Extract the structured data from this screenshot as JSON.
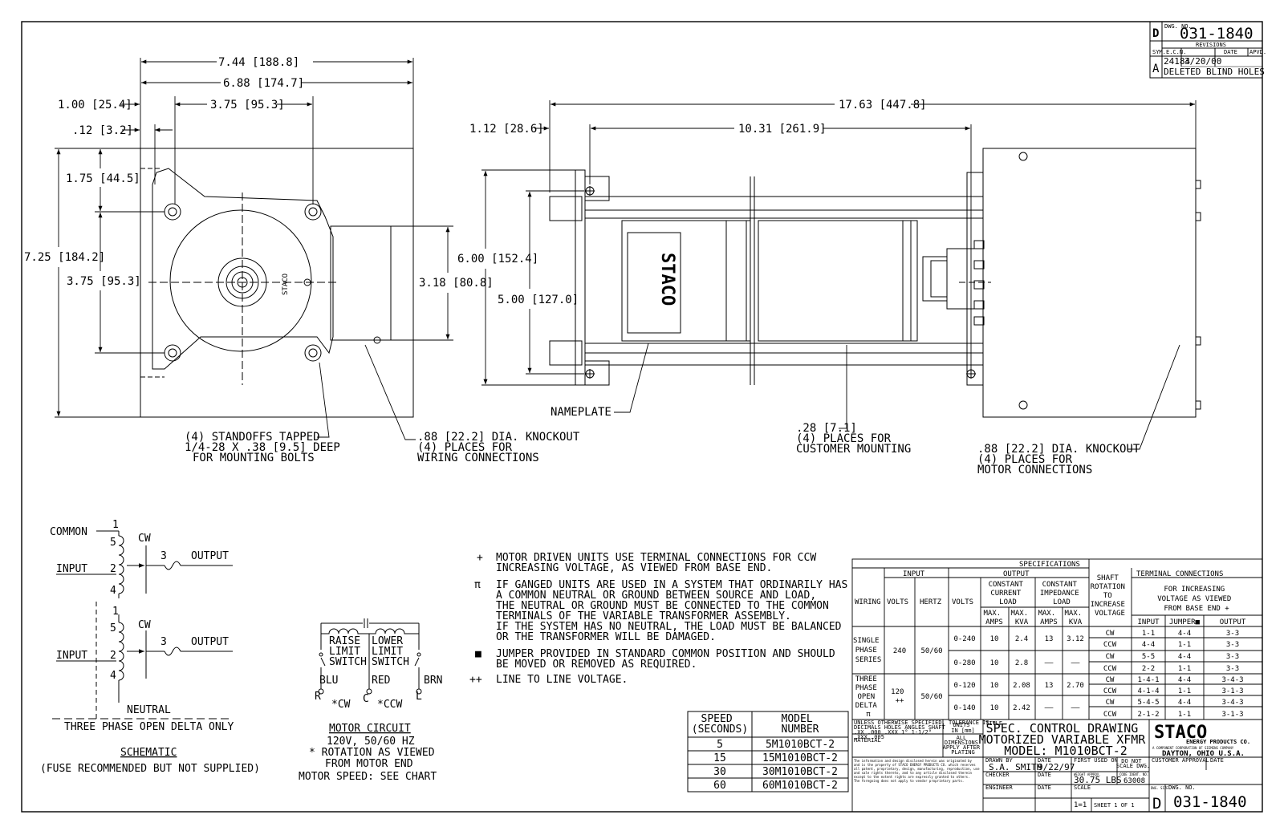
{
  "revision_block": {
    "size": "D",
    "dwg_no_label": "DWG. NO.",
    "dwg_no": "031-1840",
    "revisions_label": "REVISIONS",
    "col_sym": "SYM.",
    "col_ecn": "E.C.N.",
    "col_date": "DATE",
    "col_apvd": "APVD.",
    "rev_sym": "A",
    "rev_ecn": "24184",
    "rev_date": "3/20/00",
    "rev_desc": "DELETED BLIND HOLES"
  },
  "front_view": {
    "dim_overall_width": "7.44 [188.8]",
    "dim_base_width": "6.88 [174.7]",
    "dim_left_offset": "1.00 [25.4]",
    "dim_bolt_spacing": "3.75 [95.3]",
    "dim_small_offset": ".12 [3.2]",
    "dim_top_offset": "1.75 [44.5]",
    "dim_overall_height": "7.25 [184.2]",
    "dim_bolt_vertical": "3.75 [95.3]",
    "dim_knockout_height": "3.18 [80.8]",
    "brand_mark": "STACO",
    "callout_standoffs": [
      "(4) STANDOFFS TAPPED",
      "1/4-28 X .38 [9.5] DEEP",
      "FOR MOUNTING BOLTS"
    ],
    "callout_knockout": [
      ".88 [22.2] DIA. KNOCKOUT",
      "(4) PLACES FOR",
      "WIRING CONNECTIONS"
    ]
  },
  "side_view": {
    "dim_overall_length": "17.63 [447.8]",
    "dim_left_offset": "1.12 [28.6]",
    "dim_mount_spacing": "10.31 [261.9]",
    "dim_height": "6.00 [152.4]",
    "dim_inner_height": "5.00 [127.0]",
    "nameplate_label": "NAMEPLATE",
    "callout_mounting": [
      ".28 [7.1]",
      "(4) PLACES FOR",
      "CUSTOMER MOUNTING"
    ],
    "callout_knockout": [
      ".88 [22.2] DIA. KNOCKOUT",
      "(4) PLACES FOR",
      "MOTOR CONNECTIONS"
    ]
  },
  "schematic": {
    "common": "COMMON",
    "input": "INPUT",
    "output": "OUTPUT",
    "cw": "CW",
    "neutral": "NEUTRAL",
    "three_phase_note": "THREE PHASE OPEN DELTA ONLY",
    "title": "SCHEMATIC",
    "fuse_note": "(FUSE RECOMMENDED BUT NOT SUPPLIED)",
    "terminal_1": "1",
    "terminal_2": "2",
    "terminal_3": "3",
    "terminal_4": "4",
    "terminal_5": "5"
  },
  "motor_circuit": {
    "raise_limit": [
      "RAISE",
      "LIMIT",
      "SWITCH"
    ],
    "lower_limit": [
      "LOWER",
      "LIMIT",
      "SWITCH"
    ],
    "blu": "BLU",
    "red": "RED",
    "brn": "BRN",
    "r": "R",
    "c": "C",
    "l": "L",
    "cw": "*CW",
    "ccw": "*CCW",
    "title": "MOTOR CIRCUIT",
    "line1": "120V, 50/60 HZ",
    "line2": "* ROTATION AS VIEWED",
    "line3": "FROM MOTOR END",
    "line4": "MOTOR SPEED: SEE CHART"
  },
  "notes": [
    {
      "sym": "+",
      "lines": [
        "MOTOR DRIVEN UNITS USE TERMINAL CONNECTIONS FOR CCW",
        "INCREASING VOLTAGE, AS VIEWED FROM BASE END."
      ]
    },
    {
      "sym": "π",
      "lines": [
        "IF GANGED UNITS ARE USED IN A SYSTEM THAT ORDINARILY HAS",
        "A COMMON NEUTRAL OR GROUND BETWEEN SOURCE AND LOAD,",
        "THE NEUTRAL OR GROUND MUST BE CONNECTED TO THE COMMON",
        "TERMINALS OF THE VARIABLE TRANSFORMER ASSEMBLY.",
        "IF THE SYSTEM HAS NO NEUTRAL, THE LOAD MUST BE BALANCED",
        "OR THE TRANSFORMER WILL BE DAMAGED."
      ]
    },
    {
      "sym": "■",
      "lines": [
        "JUMPER PROVIDED IN STANDARD COMMON POSITION AND SHOULD",
        "BE MOVED OR REMOVED AS REQUIRED."
      ]
    },
    {
      "sym": "++",
      "lines": [
        "LINE TO LINE VOLTAGE."
      ]
    }
  ],
  "speed_table": {
    "header_speed": [
      "SPEED",
      "(SECONDS)"
    ],
    "header_model": [
      "MODEL",
      "NUMBER"
    ],
    "rows": [
      {
        "speed": "5",
        "model": "5M1010BCT-2"
      },
      {
        "speed": "15",
        "model": "15M1010BCT-2"
      },
      {
        "speed": "30",
        "model": "30M1010BCT-2"
      },
      {
        "speed": "60",
        "model": "60M1010BCT-2"
      }
    ]
  },
  "spec_table": {
    "title": "SPECIFICATIONS",
    "input": "INPUT",
    "output": "OUTPUT",
    "wiring": "WIRING",
    "volts": "VOLTS",
    "hertz": "HERTZ",
    "out_volts": "VOLTS",
    "const_current": [
      "CONSTANT",
      "CURRENT",
      "LOAD"
    ],
    "const_impedance": [
      "CONSTANT",
      "IMPEDANCE",
      "LOAD"
    ],
    "max_amps": [
      "MAX.",
      "AMPS"
    ],
    "max_kva": [
      "MAX.",
      "KVA"
    ],
    "shaft": [
      "SHAFT",
      "ROTATION",
      "TO",
      "INCREASE",
      "VOLTAGE"
    ],
    "terminal_conn": "TERMINAL CONNECTIONS",
    "for_increasing": [
      "FOR INCREASING",
      "VOLTAGE AS VIEWED",
      "FROM BASE END +"
    ],
    "col_input": "INPUT",
    "col_jumper": "JUMPER■",
    "col_output": "OUTPUT",
    "group1": {
      "wiring": [
        "SINGLE",
        "PHASE",
        "SERIES"
      ],
      "volts": "240",
      "hertz": "50/60",
      "rows": [
        {
          "out": "0-240",
          "ca": "10",
          "ck": "2.4",
          "ia": "13",
          "ik": "3.12"
        },
        {
          "out": "0-280",
          "ca": "10",
          "ck": "2.8",
          "ia": "——",
          "ik": "——"
        }
      ],
      "term": [
        {
          "rot": "CW",
          "in": "1-1",
          "j": "4-4",
          "o": "3-3"
        },
        {
          "rot": "CCW",
          "in": "4-4",
          "j": "1-1",
          "o": "3-3"
        },
        {
          "rot": "CW",
          "in": "5-5",
          "j": "4-4",
          "o": "3-3"
        },
        {
          "rot": "CCW",
          "in": "2-2",
          "j": "1-1",
          "o": "3-3"
        }
      ]
    },
    "group2": {
      "wiring": [
        "THREE",
        "PHASE",
        "OPEN",
        "DELTA",
        "π"
      ],
      "volts": [
        "120",
        "++"
      ],
      "hertz": "50/60",
      "rows": [
        {
          "out": "0-120",
          "ca": "10",
          "ck": "2.08",
          "ia": "13",
          "ik": "2.70"
        },
        {
          "out": "0-140",
          "ca": "10",
          "ck": "2.42",
          "ia": "——",
          "ik": "——"
        }
      ],
      "term": [
        {
          "rot": "CW",
          "in": "1-4-1",
          "j": "4-4",
          "o": "3-4-3"
        },
        {
          "rot": "CCW",
          "in": "4-1-4",
          "j": "1-1",
          "o": "3-1-3"
        },
        {
          "rot": "CW",
          "in": "5-4-5",
          "j": "4-4",
          "o": "3-4-3"
        },
        {
          "rot": "CCW",
          "in": "2-1-2",
          "j": "1-1",
          "o": "3-1-3"
        }
      ]
    }
  },
  "title_block": {
    "tolerance": [
      "UNLESS OTHERWISE SPECIFIED, TOLERANCE IS ±",
      "DECIMALS  HOLES  ANGLES  SHAFT",
      ".XX .000  .XXX  1°  1-1/2°",
      ".XXX .005"
    ],
    "units": [
      "UNITS",
      "IN [mm]"
    ],
    "material": "MATERIAL",
    "all_dims": [
      "ALL",
      "DIMENSIONS",
      "APPLY AFTER",
      "PLATING"
    ],
    "title_label": "TITLE",
    "title_lines": [
      "SPEC. CONTROL DRAWING",
      "MOTORIZED VARIABLE XFMR",
      "MODEL: M1010BCT-2"
    ],
    "company_logo": "STACO",
    "company_name": "ENERGY PRODUCTS CO.",
    "company_sub": "A COMPONENT CORPORATION OF SIEMENS COMPANY",
    "company_city": "DAYTON, OHIO U.S.A.",
    "proprietary": [
      "The information and design disclosed herein was originated by",
      "and is the property of STACO ENERGY PRODUCTS CO. which reserves",
      "all patent, proprietary, design, manufacturing, reproduction, use",
      "and sale rights thereto, and to any article disclosed therein",
      "except to the extent rights are expressly granted to others.",
      "The foregoing does not apply to vendor proprietary parts."
    ],
    "drawn_by_label": "DRAWN BY",
    "drawn_by": "S.A. SMITH",
    "date_label": "DATE",
    "date": "9/22/97",
    "checker_label": "CHECKER",
    "engineer_label": "ENGINEER",
    "first_used_label": "FIRST USED ON",
    "do_not_scale": [
      "DO NOT",
      "SCALE DWG."
    ],
    "customer_approval": "CUSTOMER APPROVAL",
    "weight_label": "WEIGHT APPROX.",
    "weight": "30.75 LBS",
    "code_ident_label": "CODE IDENT. NO.",
    "code_ident": "63008",
    "scale_label": "SCALE",
    "scale": "1=1",
    "sheet": "SHEET 1 OF 1",
    "dwg_size_label": "DWG. SIZE",
    "dwg_size": "D",
    "dwg_no_label": "DWG. NO.",
    "dwg_no": "031-1840"
  }
}
